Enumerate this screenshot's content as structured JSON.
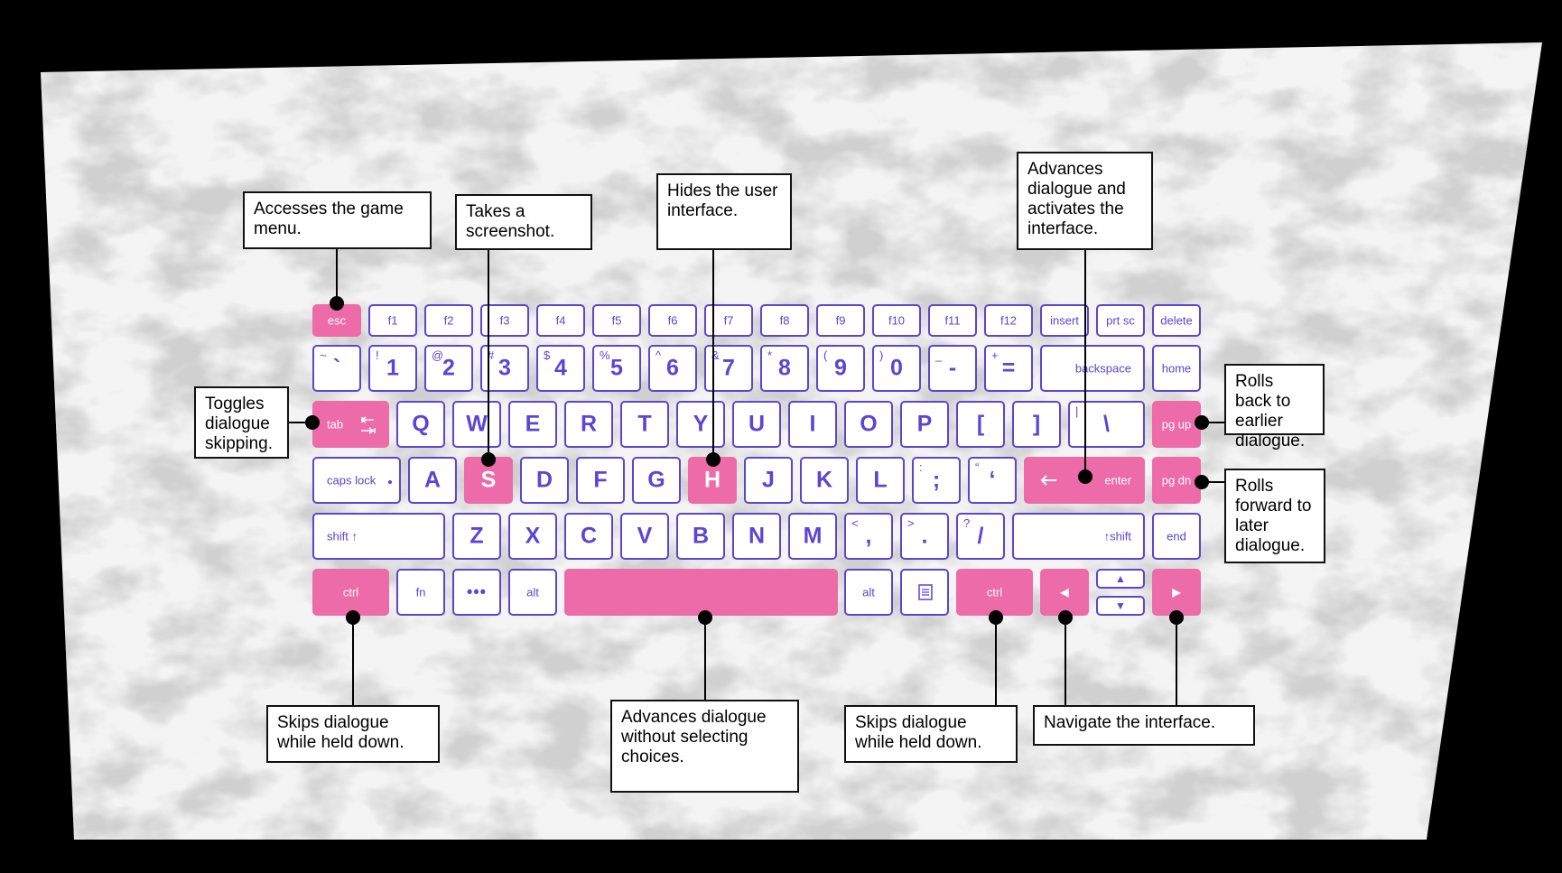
{
  "colors": {
    "accent": "#ed6ba8",
    "key_outline": "#5b45d3",
    "background": "#000000",
    "paper": "#f2f2f2"
  },
  "keys": {
    "esc": "esc",
    "f1": "f1",
    "f2": "f2",
    "f3": "f3",
    "f4": "f4",
    "f5": "f5",
    "f6": "f6",
    "f7": "f7",
    "f8": "f8",
    "f9": "f9",
    "f10": "f10",
    "f11": "f11",
    "f12": "f12",
    "insert": "insert",
    "prtsc": "prt sc",
    "delete": "delete",
    "backtick": "`",
    "tilde": "~",
    "n1": "1",
    "s1": "!",
    "n2": "2",
    "s2": "@",
    "n3": "3",
    "s3": "#",
    "n4": "4",
    "s4": "$",
    "n5": "5",
    "s5": "%",
    "n6": "6",
    "s6": "^",
    "n7": "7",
    "s7": "&",
    "n8": "8",
    "s8": "*",
    "n9": "9",
    "s9": "(",
    "n0": "0",
    "s0": ")",
    "minus": "-",
    "underscore": "_",
    "equals": "=",
    "plus": "+",
    "backspace": "backspace",
    "home": "home",
    "tab": "tab",
    "q": "Q",
    "w": "W",
    "e": "E",
    "r": "R",
    "t": "T",
    "y": "Y",
    "u": "U",
    "i": "I",
    "o": "O",
    "p": "P",
    "lbracket": "[",
    "rbracket": "]",
    "backslash": "\\",
    "pipe": "|",
    "pgup": "pg up",
    "capslock": "caps lock",
    "a": "A",
    "s": "S",
    "d": "D",
    "f": "F",
    "g": "G",
    "h": "H",
    "j": "J",
    "k": "K",
    "l": "L",
    "semicolon": ";",
    "colon": ":",
    "quote": "‘",
    "dquote": "“",
    "enter": "enter",
    "pgdn": "pg dn",
    "lshift": "shift",
    "z": "Z",
    "x": "X",
    "c": "C",
    "v": "V",
    "b": "B",
    "n": "N",
    "m": "M",
    "comma": ",",
    "lt": "<",
    "period": ".",
    "gt": ">",
    "slash": "/",
    "question": "?",
    "rshift": "shift",
    "end": "end",
    "lctrl": "ctrl",
    "fn": "fn",
    "lalt": "alt",
    "ralt": "alt",
    "rctrl": "ctrl"
  },
  "callouts": {
    "esc": "Accesses the game menu.",
    "s": "Takes a screenshot.",
    "h": "Hides the user interface.",
    "enter": "Advances dialogue and activates the interface.",
    "tab": "Toggles dialogue skipping.",
    "pgup": "Rolls back to earlier dialogue.",
    "pgdn": "Rolls forward to later dialogue.",
    "lctrl": "Skips dialogue while held down.",
    "space": "Advances dialogue without selecting choices.",
    "rctrl": "Skips dialogue while held down.",
    "arrows": "Navigate the interface."
  }
}
